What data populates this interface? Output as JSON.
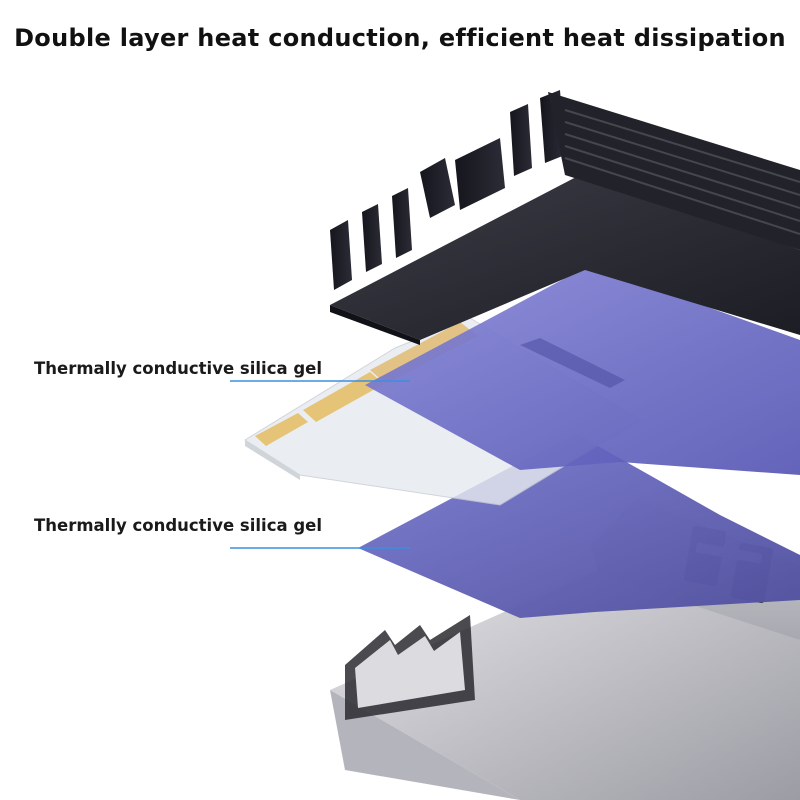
{
  "headline": "Double layer heat conduction, efficient heat dissipation",
  "callouts": [
    {
      "label": "Thermally conductive silica gel"
    },
    {
      "label": "Thermally conductive silica gel"
    }
  ],
  "colors": {
    "heatsink": "#2a2a32",
    "silica_pad": "#6e6ec8",
    "ssd_board": "#e2e6ea",
    "gold_contacts": "#e0b85a",
    "bottom_shell": "#c8c8cc",
    "leader_line": "#3d8ee0"
  },
  "illustration": {
    "parts": [
      "heatsink",
      "top-thermal-pad",
      "m2-ssd",
      "bottom-thermal-pad",
      "bottom-bracket"
    ]
  }
}
